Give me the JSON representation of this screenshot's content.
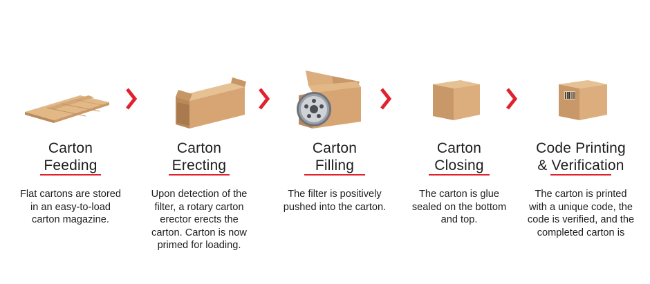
{
  "accent_color": "#e0222e",
  "carton_color": "#d9a978",
  "stages": [
    {
      "title_line1": "Carton",
      "title_line2": "Feeding",
      "description": "Flat cartons are stored in an easy-to-load carton magazine.",
      "icon": "flat-carton-icon"
    },
    {
      "title_line1": "Carton",
      "title_line2": "Erecting",
      "description": "Upon detection of the filter, a rotary carton erector erects the carton. Carton is now primed for loading.",
      "icon": "erected-carton-icon"
    },
    {
      "title_line1": "Carton",
      "title_line2": "Filling",
      "description": "The filter is positively pushed into the carton.",
      "icon": "filled-carton-icon"
    },
    {
      "title_line1": "Carton",
      "title_line2": "Closing",
      "description": "The carton is glue sealed on the bottom and top.",
      "icon": "closed-carton-icon"
    },
    {
      "title_line1": "Code Printing",
      "title_line2": "& Verification",
      "description": "The carton is printed with a unique code, the code is verified, and the completed carton is",
      "icon": "coded-carton-icon"
    }
  ],
  "arrow_icon": "chevron-right-icon"
}
